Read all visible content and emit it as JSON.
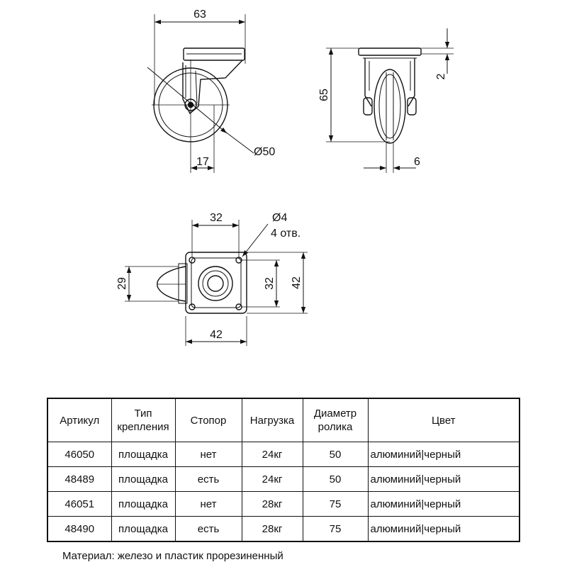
{
  "dimensions": {
    "side_width": "63",
    "wheel_diameter": "Ø50",
    "offset": "17",
    "front_height": "65",
    "plate_thickness": "2",
    "wheel_width": "6",
    "plate_hole_spacing": "32",
    "hole_diameter": "Ø4",
    "hole_count": "4 отв.",
    "plate_hole_spacing_v": "32",
    "plate_size_v": "42",
    "plate_size_h": "42",
    "bracket_height": "29"
  },
  "table": {
    "headers": {
      "article": "Артикул",
      "mount_type_1": "Тип",
      "mount_type_2": "крепления",
      "brake": "Стопор",
      "load": "Нагрузка",
      "diameter_1": "Диаметр",
      "diameter_2": "ролика",
      "color": "Цвет"
    },
    "rows": [
      {
        "article": "46050",
        "mount": "площадка",
        "brake": "нет",
        "load": "24кг",
        "diameter": "50",
        "color": "алюминий|черный"
      },
      {
        "article": "48489",
        "mount": "площадка",
        "brake": "есть",
        "load": "24кг",
        "diameter": "50",
        "color": "алюминий|черный"
      },
      {
        "article": "46051",
        "mount": "площадка",
        "brake": "нет",
        "load": "28кг",
        "diameter": "75",
        "color": "алюминий|черный"
      },
      {
        "article": "48490",
        "mount": "площадка",
        "brake": "есть",
        "load": "28кг",
        "diameter": "75",
        "color": "алюминий|черный"
      }
    ]
  },
  "note": "Материал: железо и пластик прорезиненный",
  "colors": {
    "line": "#111111",
    "background": "#ffffff"
  }
}
